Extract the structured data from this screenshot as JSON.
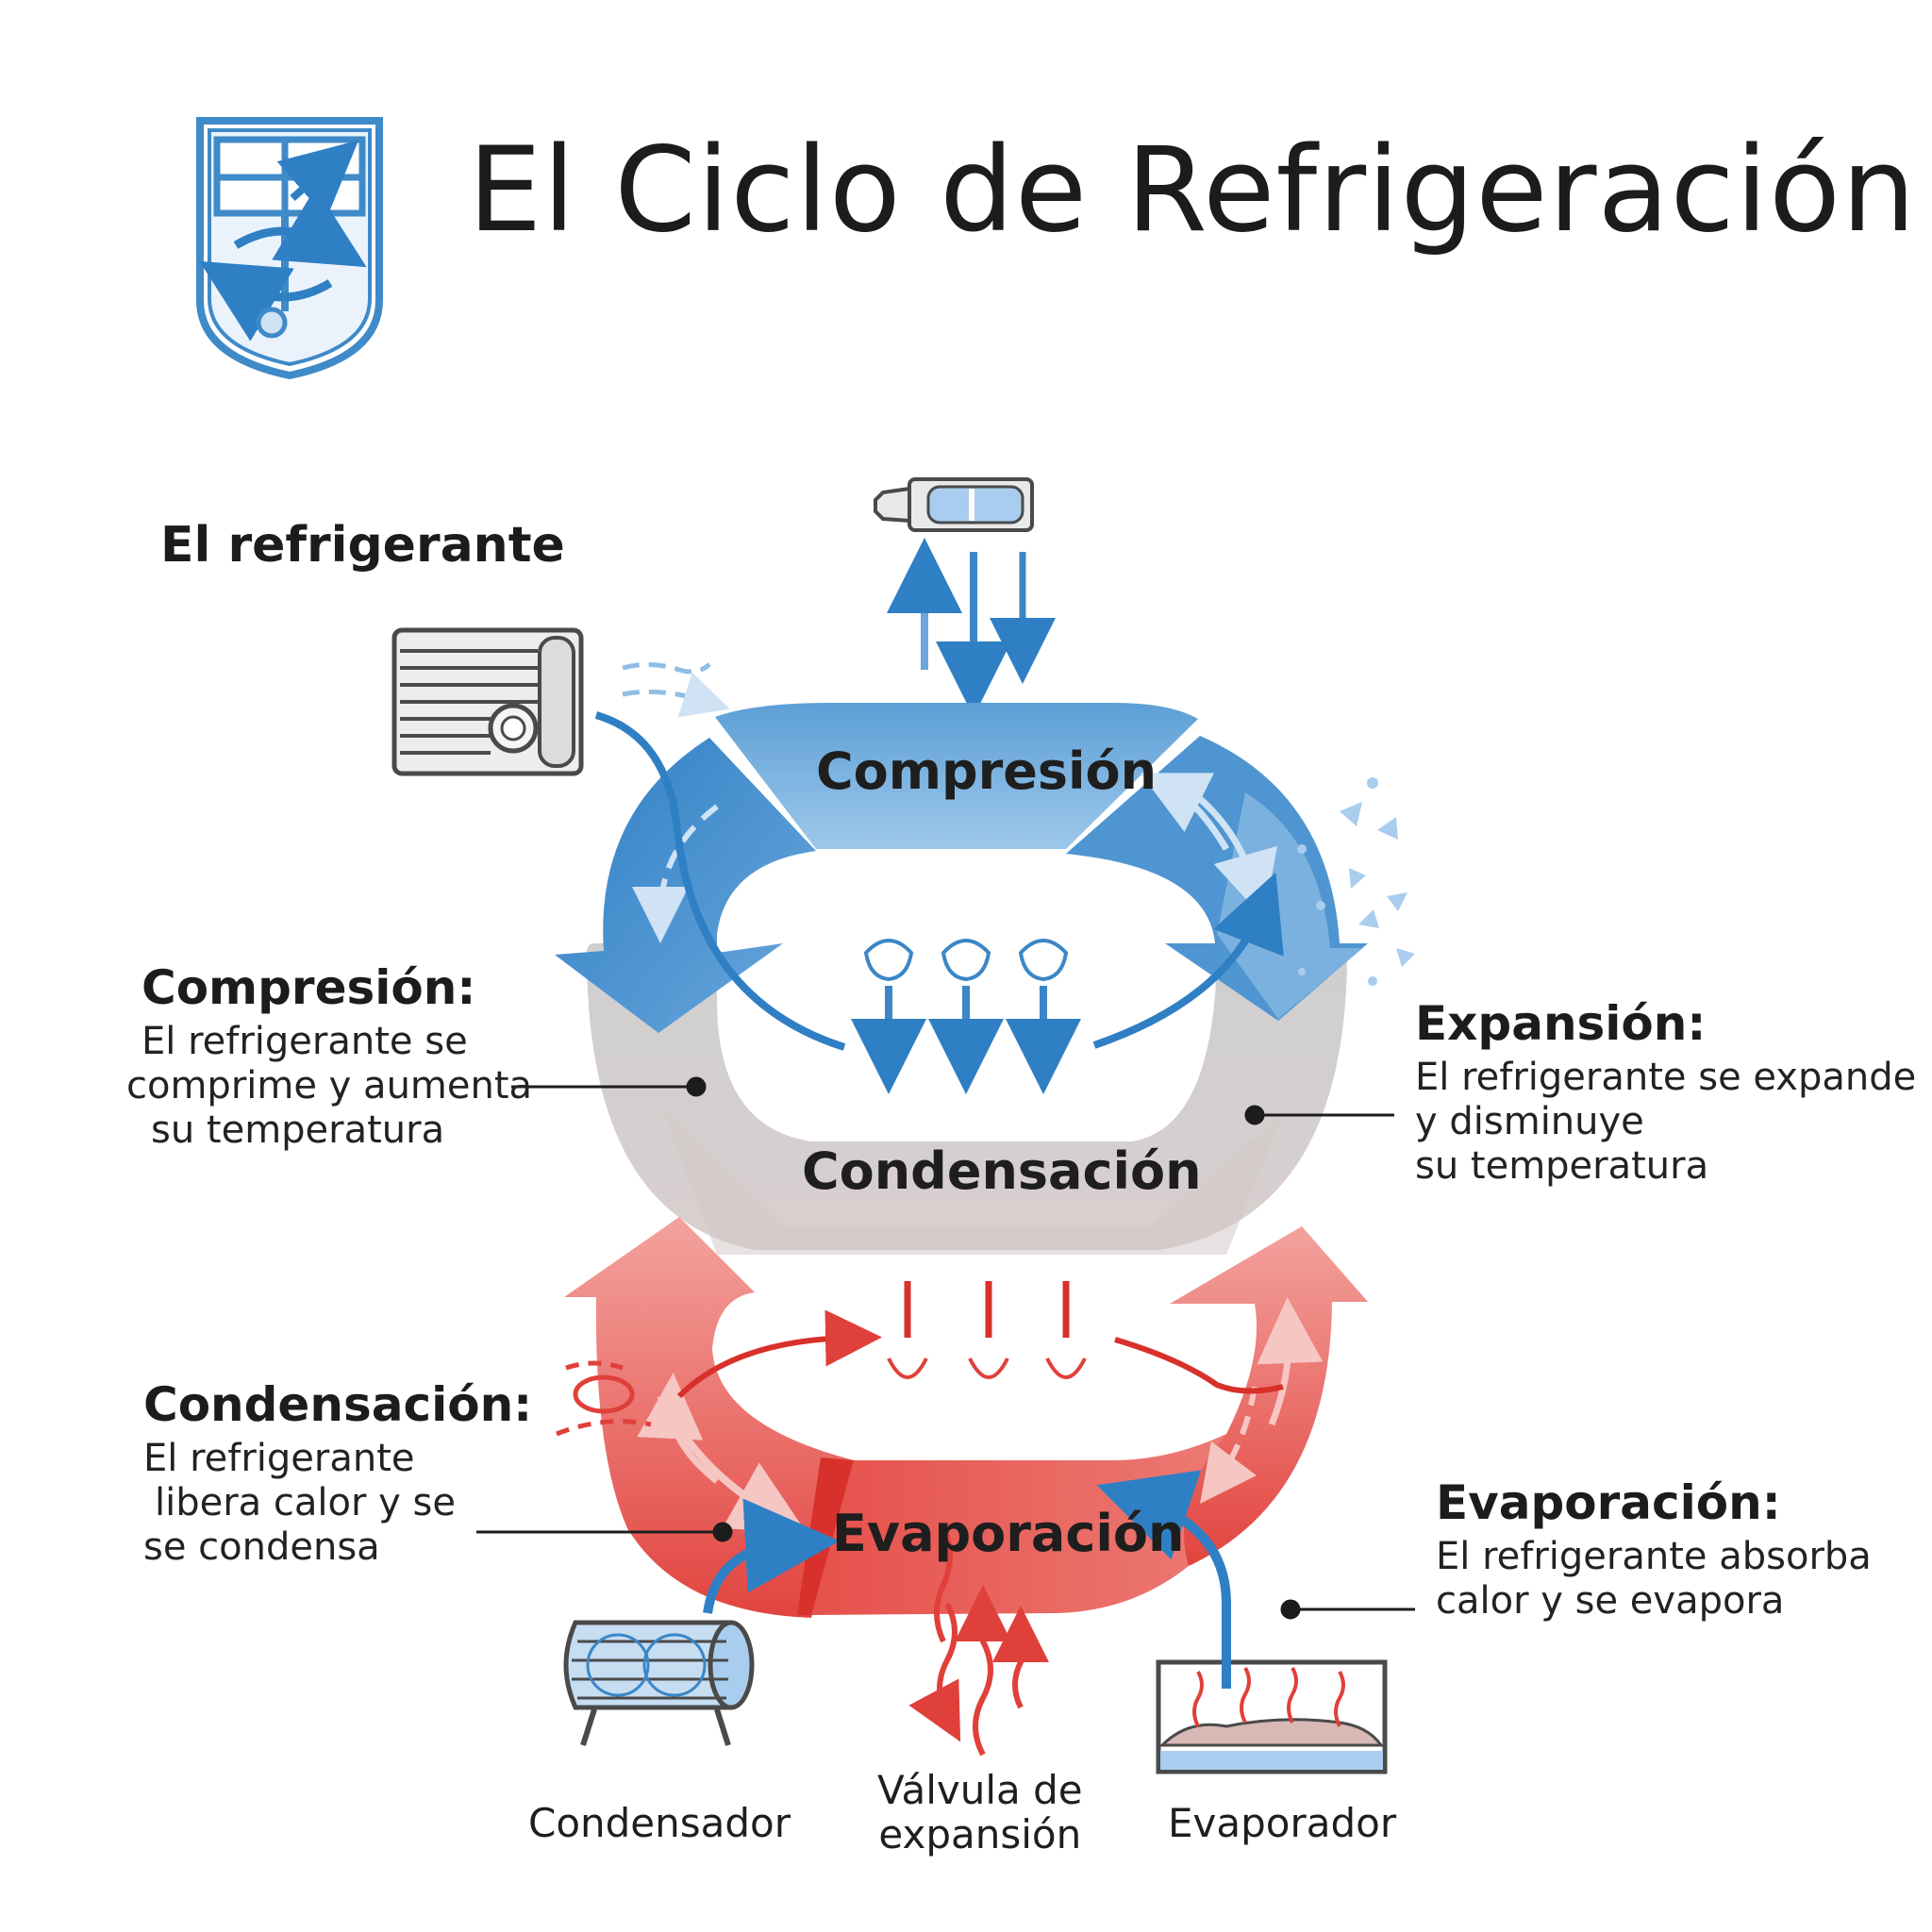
{
  "header": {
    "title": "El Ciclo de Refrigeración",
    "section_heading": "El refrigerante"
  },
  "cycle": {
    "top": "Compresión",
    "middle": "Condensación",
    "bottom": "Evaporación"
  },
  "callouts": {
    "compresion": {
      "title": "Compresión:",
      "lines": [
        "El refrigerante se",
        "comprime y aumenta",
        "su temperatura"
      ]
    },
    "expansion": {
      "title": "Expansión:",
      "lines": [
        "El refrigerante se expande",
        "y disminuye",
        "su temperatura"
      ]
    },
    "condensacion": {
      "title": "Condensación:",
      "lines": [
        "El refrigerante",
        "libera calor y se",
        "se condensa"
      ]
    },
    "evaporacion": {
      "title": "Evaporación:",
      "lines": [
        "El refrigerante absorba",
        "calor y se evapora"
      ]
    }
  },
  "devices": {
    "condensador": "Condensador",
    "valvula": [
      "Válvula de",
      "expansión"
    ],
    "evaporador": "Evaporador"
  },
  "colors": {
    "blue": "#3b86c6",
    "light_blue": "#8fbde3",
    "gray": "#c9c9c9",
    "red": "#e2443f",
    "light_red": "#ee8b86",
    "shield": "#3f8ac8"
  },
  "icons": [
    "shield-logo-icon",
    "bottle-icon",
    "ac-unit-icon",
    "condenser-fan-icon",
    "evaporator-tray-icon"
  ]
}
